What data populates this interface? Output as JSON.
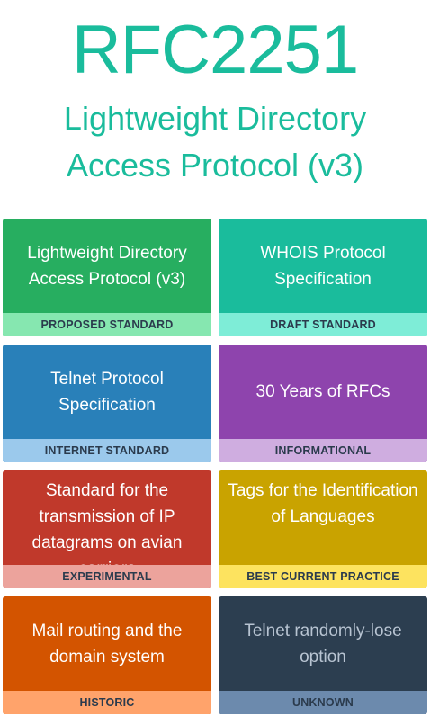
{
  "header": {
    "rfc_number": "RFC2251",
    "title": "Lightweight Directory Access Protocol (v3)"
  },
  "cards": [
    {
      "title": "Lightweight Directory Access Protocol (v3)",
      "tag": "PROPOSED STANDARD",
      "bg": "#27ae60",
      "tag_bg": "#86e7b0"
    },
    {
      "title": "WHOIS Protocol Specification",
      "tag": "DRAFT STANDARD",
      "bg": "#1abc9c",
      "tag_bg": "#7eedd7"
    },
    {
      "title": "Telnet Protocol Specification",
      "tag": "INTERNET STANDARD",
      "bg": "#2980b9",
      "tag_bg": "#9bc9ec"
    },
    {
      "title": "30 Years of RFCs",
      "tag": "INFORMATIONAL",
      "bg": "#8e44ad",
      "tag_bg": "#cfade0"
    },
    {
      "title": "Standard for the transmission of IP datagrams on avian carriers",
      "tag": "EXPERIMENTAL",
      "bg": "#c0392b",
      "tag_bg": "#eca39c"
    },
    {
      "title": "Tags for the Identification of Languages",
      "tag": "BEST CURRENT PRACTICE",
      "bg": "#c9a300",
      "tag_bg": "#fde35f"
    },
    {
      "title": "Mail routing and the domain system",
      "tag": "HISTORIC",
      "bg": "#d35400",
      "tag_bg": "#ffa36b"
    },
    {
      "title": "Telnet randomly-lose option",
      "tag": "UNKNOWN",
      "bg": "#2c3e50",
      "tag_bg": "#6c8aad",
      "title_color": "#b8c4d2"
    }
  ]
}
